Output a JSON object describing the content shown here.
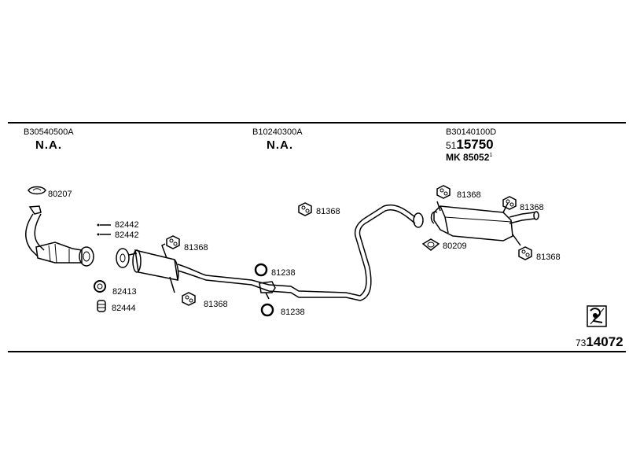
{
  "header": {
    "col1_code": "B30540500A",
    "col1_status": "N.A.",
    "col2_code": "B10240300A",
    "col2_status": "N.A.",
    "col3_code": "B30140100D",
    "col3_num_prefix": "51",
    "col3_num_main": "15750",
    "col3_mk_label": "MK",
    "col3_mk_num": "85052",
    "col3_mk_sup": "1"
  },
  "parts": {
    "gasket_top_left": "80207",
    "clamp_a": "82442",
    "clamp_b": "82442",
    "ring_82413": "82413",
    "spring_82444": "82444",
    "hanger_front_top": "81368",
    "hanger_front_bottom": "81368",
    "ring_81238_top": "81238",
    "ring_81238_bottom": "81238",
    "hanger_mid": "81368",
    "hanger_rear_left": "81368",
    "hanger_rear_right": "81368",
    "hanger_rear_bottom": "81368",
    "gasket_rear": "80209"
  },
  "footer": {
    "ref_prefix": "73",
    "ref_main": "14072"
  }
}
